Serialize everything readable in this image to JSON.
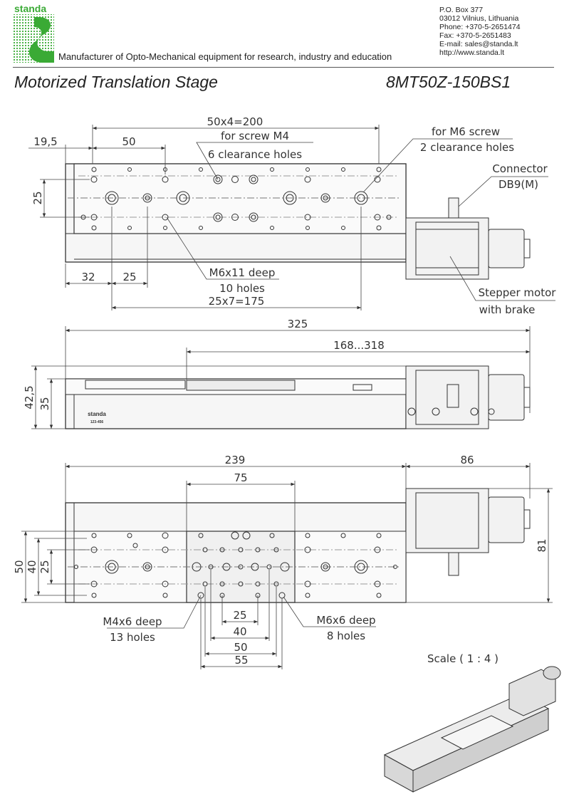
{
  "header": {
    "logo_text": "standa",
    "tagline": "Manufacturer of Opto-Mechanical equipment for research, industry and education",
    "contact": [
      "P.O. Box 377",
      "03012 Vilnius, Lithuania",
      "Phone: +370-5-2651474",
      "Fax: +370-5-2651483",
      "E-mail: sales@standa.lt",
      "http://www.standa.lt"
    ],
    "title": "Motorized Translation Stage",
    "model": "8MT50Z-150BS1"
  },
  "top_view": {
    "dim_total": "50x4=200",
    "dim_pitch": "50",
    "dim_offset": "19,5",
    "dim_side": "25",
    "dim_left": "32",
    "dim_step": "25",
    "dim_row": "25x7=175",
    "note_m4": [
      "for screw M4",
      "6 clearance holes"
    ],
    "note_m6": [
      "for M6 screw",
      "2 clearance holes"
    ],
    "note_conn": [
      "Connector",
      "DB9(M)"
    ],
    "note_holes": [
      "M6x11 deep",
      "10 holes"
    ],
    "note_motor": [
      "Stepper motor",
      "with brake"
    ]
  },
  "side_view": {
    "dim_length": "325",
    "dim_travel": "168...318",
    "dim_h1": "42,5",
    "dim_h2": "35",
    "brand": "standa",
    "brand_sub": "123-456"
  },
  "bottom_view": {
    "dim_body": "239",
    "dim_motor": "86",
    "dim_carriage": "75",
    "dim_height": "81",
    "dim_w50": "50",
    "dim_w40": "40",
    "dim_w25": "25",
    "dims_bottom": [
      "25",
      "40",
      "50",
      "55"
    ],
    "note_m4": [
      "M4x6 deep",
      "13 holes"
    ],
    "note_m6": [
      "M6x6 deep",
      "8 holes"
    ]
  },
  "scale_label": "Scale ( 1 : 4 )",
  "colors": {
    "brand_green": "#3aaa35",
    "line": "#333333",
    "fill": "#f2f2f2"
  }
}
